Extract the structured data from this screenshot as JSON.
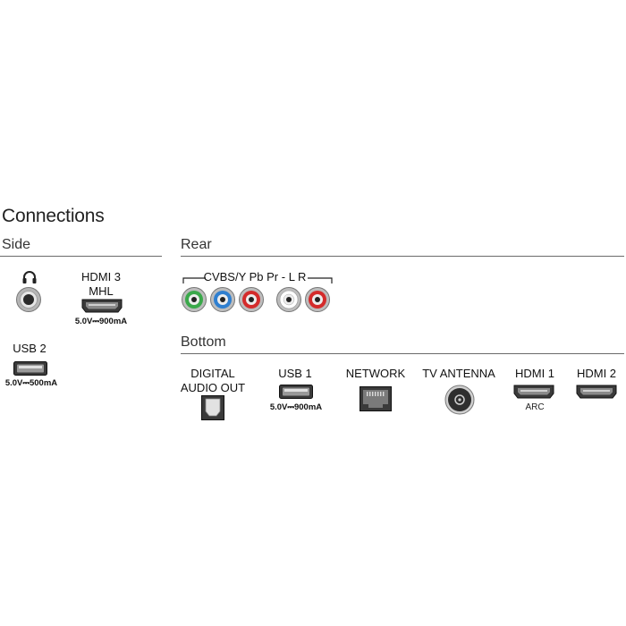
{
  "title": "Connections",
  "sections": {
    "side": "Side",
    "rear": "Rear",
    "bottom": "Bottom"
  },
  "side": {
    "hdmi3_label": "HDMI 3",
    "hdmi3_sub": "MHL",
    "hdmi3_power": "5.0V⎓900mA",
    "usb2_label": "USB 2",
    "usb2_power": "5.0V⎓500mA"
  },
  "rear": {
    "group_label": "CVBS/Y Pb Pr - L R",
    "jack_colors": [
      "#3aa84a",
      "#2f7fd0",
      "#d42b2b",
      "#ffffff",
      "#d42b2b"
    ]
  },
  "bottom": {
    "digital_audio_label_1": "DIGITAL",
    "digital_audio_label_2": "AUDIO OUT",
    "usb1_label": "USB 1",
    "usb1_power": "5.0V⎓900mA",
    "network_label": "NETWORK",
    "antenna_label": "TV ANTENNA",
    "hdmi1_label": "HDMI 1",
    "hdmi1_sub": "ARC",
    "hdmi2_label": "HDMI 2"
  },
  "icons": [
    "headphone-icon",
    "audio-jack-icon",
    "hdmi-port-icon",
    "usb-port-icon",
    "rca-jack-icon",
    "optical-port-icon",
    "ethernet-port-icon",
    "coax-port-icon"
  ]
}
